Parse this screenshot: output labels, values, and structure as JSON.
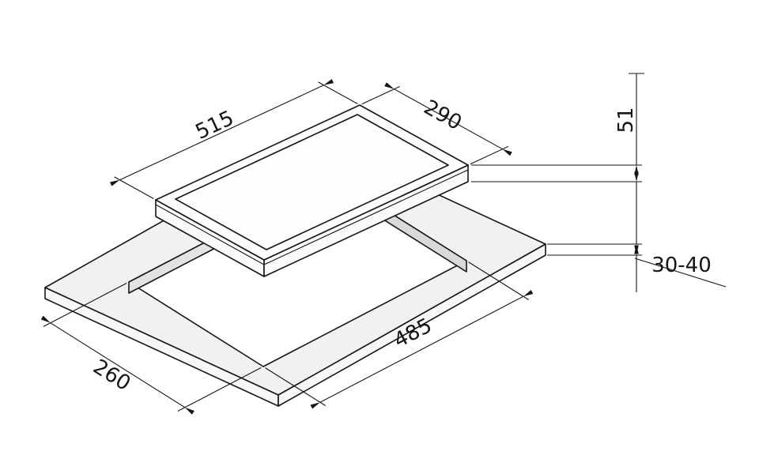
{
  "diagram": {
    "labels": {
      "hob_width": "515",
      "hob_depth": "290",
      "hob_height": "51",
      "worktop_thickness": "30-40",
      "cutout_length": "485",
      "cutout_width": "260"
    },
    "colors": {
      "line": "#161616",
      "glass": "#0a0a0a",
      "background": "#ffffff"
    }
  }
}
